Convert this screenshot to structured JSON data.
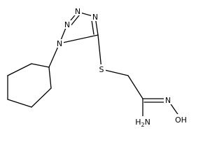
{
  "molecule": {
    "atoms": {
      "n_top_right": "N",
      "n_top_left": "N",
      "n_ring_right": "N",
      "n_ring_left": "N",
      "sulfur": "S",
      "imine_n": "N",
      "hydroxyl": "OH",
      "amine_h": "H",
      "amine_sub": "2",
      "amine_n": "N"
    }
  }
}
